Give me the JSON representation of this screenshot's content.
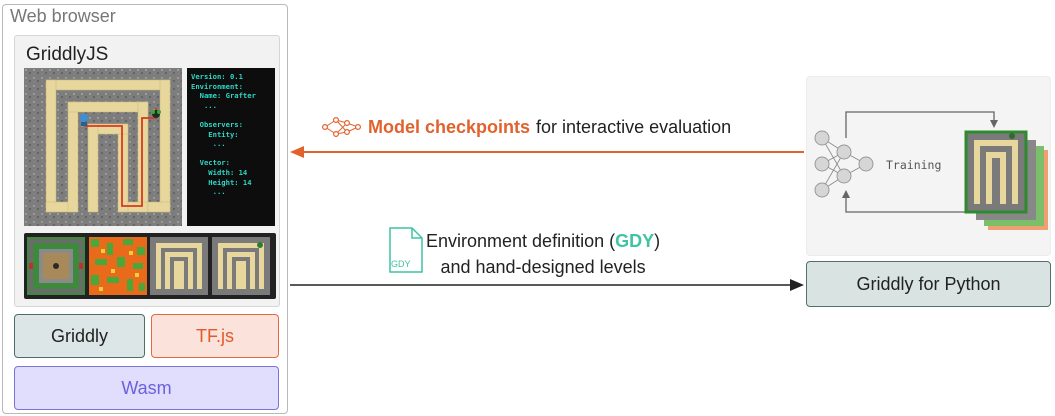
{
  "browser": {
    "title": "Web browser",
    "panel_title": "GriddlyJS",
    "console_text": "Version: 0.1\nEnvironment:\n  Name: Grafter\n   ...\n\n  Observers:\n    Entity:\n     ...\n\n  Vector:\n    Width: 14\n    Height: 14\n     ...",
    "stack": {
      "griddly": "Griddly",
      "tfjs": "TF.js",
      "wasm": "Wasm"
    }
  },
  "arrows": {
    "checkpoint_strong": "Model checkpoints",
    "checkpoint_rest": "for interactive evaluation",
    "env_line1_pre": "Environment definition (",
    "env_gdy": "GDY",
    "env_line1_post": ")",
    "env_line2": "and hand-designed levels",
    "gdy_icon_text": "GDY"
  },
  "right": {
    "training_label": "Training",
    "gfp_label": "Griddly for Python"
  },
  "colors": {
    "orange": "#e2622d",
    "teal": "#3ec4a4",
    "griddly_border": "#4e6c6c",
    "wasm_border": "#7a74d6"
  }
}
